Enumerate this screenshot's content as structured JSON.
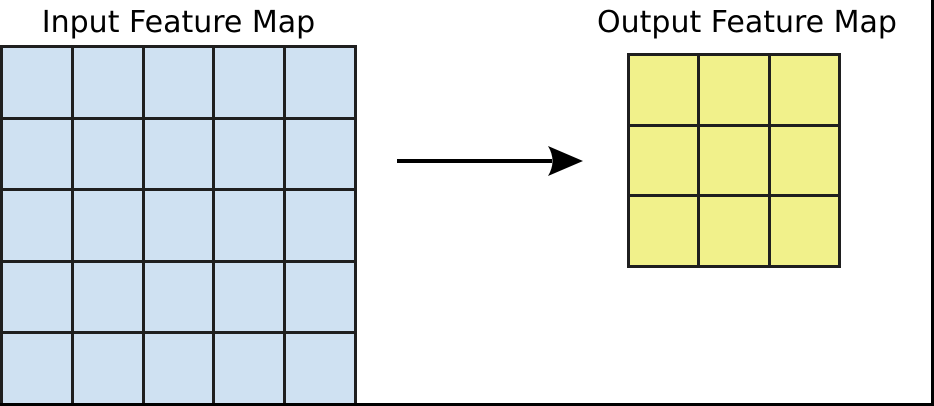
{
  "diagram": {
    "grid_line_color": "#1f1f1f",
    "frame_color": "#000000",
    "input": {
      "title": "Input Feature Map",
      "rows": 5,
      "cols": 5,
      "cell_color": "#cfe1f2"
    },
    "output": {
      "title": "Output Feature Map",
      "rows": 3,
      "cols": 3,
      "cell_color": "#f1f18b"
    },
    "arrow": {
      "color": "#000000"
    }
  }
}
